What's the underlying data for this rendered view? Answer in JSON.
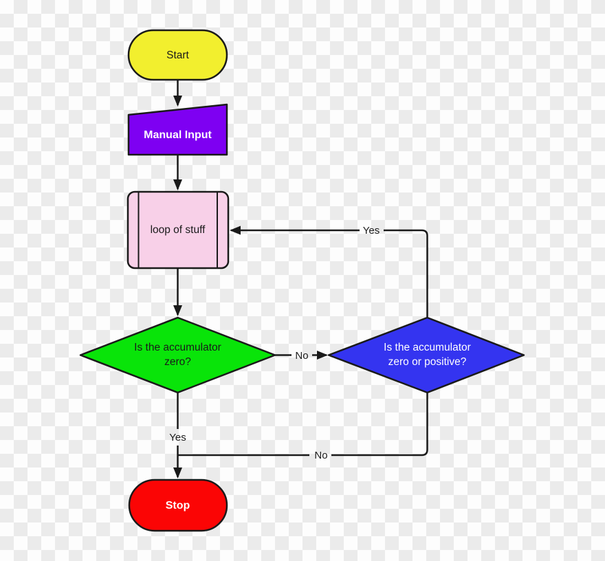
{
  "flowchart": {
    "nodes": {
      "start": {
        "label": "Start",
        "fill": "#f2ef2e"
      },
      "manual_input": {
        "label": "Manual Input",
        "fill": "#7e00f2"
      },
      "loop": {
        "label": "loop of stuff",
        "fill": "#f8d0e8"
      },
      "decision_zero": {
        "line1": "Is the accumulator",
        "line2": "zero?",
        "fill": "#09e409"
      },
      "decision_zero_positive": {
        "line1": "Is the accumulator",
        "line2": "zero or positive?",
        "fill": "#3434f0"
      },
      "stop": {
        "label": "Stop",
        "fill": "#fb0505"
      }
    },
    "edge_labels": {
      "loop_back_yes": "Yes",
      "decision_no": "No",
      "stop_yes": "Yes",
      "bottom_no": "No"
    },
    "colors": {
      "line": "#1a1a1a",
      "checker_light": "#fdfdfd",
      "checker_dark": "#ebebeb",
      "text_dark": "#1a1a1a",
      "text_light": "#ffffff"
    }
  }
}
